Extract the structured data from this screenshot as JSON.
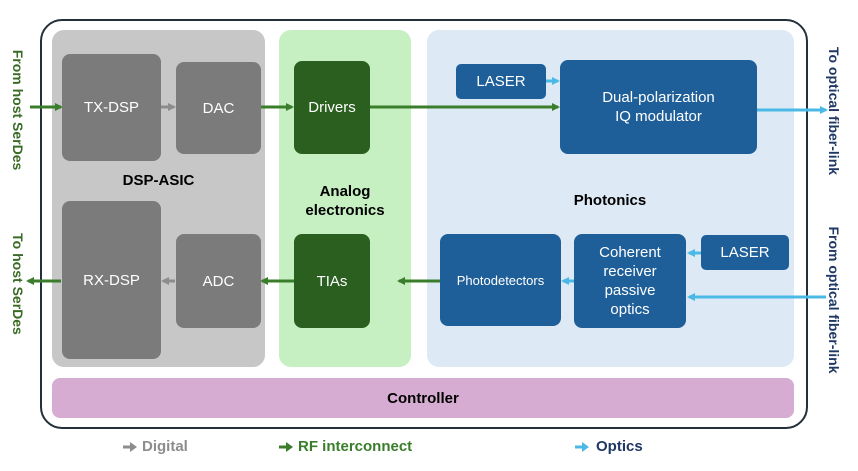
{
  "regions": {
    "dsp_asic": "DSP-ASIC",
    "analog": "Analog\nelectronics",
    "photonics": "Photonics",
    "controller": "Controller"
  },
  "blocks": {
    "tx_dsp": "TX-DSP",
    "dac": "DAC",
    "drivers": "Drivers",
    "laser_tx": "LASER",
    "iq_modulator": "Dual-polarization\nIQ modulator",
    "rx_dsp": "RX-DSP",
    "adc": "ADC",
    "tias": "TIAs",
    "photodetectors": "Photodetectors",
    "coherent_receiver": "Coherent\nreceiver\npassive\noptics",
    "laser_rx": "LASER"
  },
  "side_labels": {
    "from_host": "From host SerDes",
    "to_host": "To host SerDes",
    "to_fiber": "To optical fiber-link",
    "from_fiber": "From optical fiber-link"
  },
  "legend": {
    "digital": "Digital",
    "rf": "RF interconnect",
    "optics": "Optics"
  },
  "colors": {
    "digital": "#8c8c8c",
    "rf": "#3a7d2a",
    "optics": "#4bb9e6",
    "host_text": "#3a6b26",
    "fiber_text": "#1f3864"
  }
}
